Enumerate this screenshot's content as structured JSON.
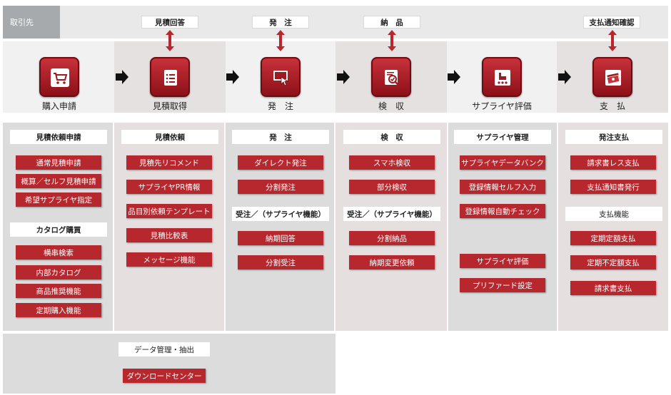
{
  "top": {
    "tag": "取引先",
    "callouts": [
      "見積回答",
      "発　注",
      "納　品",
      "支払通知確認"
    ]
  },
  "stages": [
    {
      "label": "購入申請",
      "icon": "cart-icon"
    },
    {
      "label": "見積取得",
      "icon": "document-list-icon"
    },
    {
      "label": "発　注",
      "icon": "order-touch-icon"
    },
    {
      "label": "検　収",
      "icon": "inspect-check-icon"
    },
    {
      "label": "サプライヤ評価",
      "icon": "supplier-rating-icon"
    },
    {
      "label": "支　払",
      "icon": "money-icon"
    }
  ],
  "columns": [
    {
      "sections": [
        {
          "header": "見積依頼申請",
          "buttons": [
            "通常見積申請",
            "概算／セルフ見積申請",
            "希望サプライヤ指定"
          ]
        },
        {
          "header": "カタログ購買",
          "buttons": [
            "横串検索",
            "内部カタログ",
            "商品推奨機能",
            "定期購入機能"
          ]
        }
      ]
    },
    {
      "sections": [
        {
          "header": "見積依頼",
          "buttons": [
            "見積先リコメンド",
            "サプライヤPR情報",
            "品目別依頼テンプレート",
            "見積比較表",
            "メッセージ機能"
          ]
        }
      ]
    },
    {
      "sections": [
        {
          "header": "発　注",
          "buttons": [
            "ダイレクト発注",
            "分割発注"
          ]
        },
        {
          "header": "受注／（サプライヤ機能）",
          "buttons": [
            "納期回答",
            "分割受注"
          ]
        }
      ]
    },
    {
      "sections": [
        {
          "header": "検　収",
          "buttons": [
            "スマホ検収",
            "部分検収"
          ]
        },
        {
          "header": "受注／（サプライヤ機能）",
          "buttons": [
            "分割納品",
            "納期変更依頼"
          ]
        }
      ]
    },
    {
      "sections": [
        {
          "header": "サプライヤ管理",
          "buttons": [
            "サプライヤデータバンク",
            "登録情報セルフ入力",
            "登録情報自動チェック",
            "サプライヤ評価",
            "プリファード設定"
          ]
        }
      ]
    },
    {
      "sections": [
        {
          "header": "発注支払",
          "buttons": [
            "請求書レス支払",
            "支払通知書発行"
          ]
        },
        {
          "header": "支払機能",
          "buttons": [
            "定期定額支払",
            "定期不定額支払",
            "請求書支払"
          ]
        }
      ]
    }
  ],
  "bottom": {
    "header": "データ管理・抽出",
    "button": "ダウンロードセンター"
  },
  "colors": {
    "accent": "#b7282e",
    "icon_dark": "#8c1018",
    "panel_gray": "#dcdcdc",
    "panel_pink": "#e6dfdf"
  }
}
